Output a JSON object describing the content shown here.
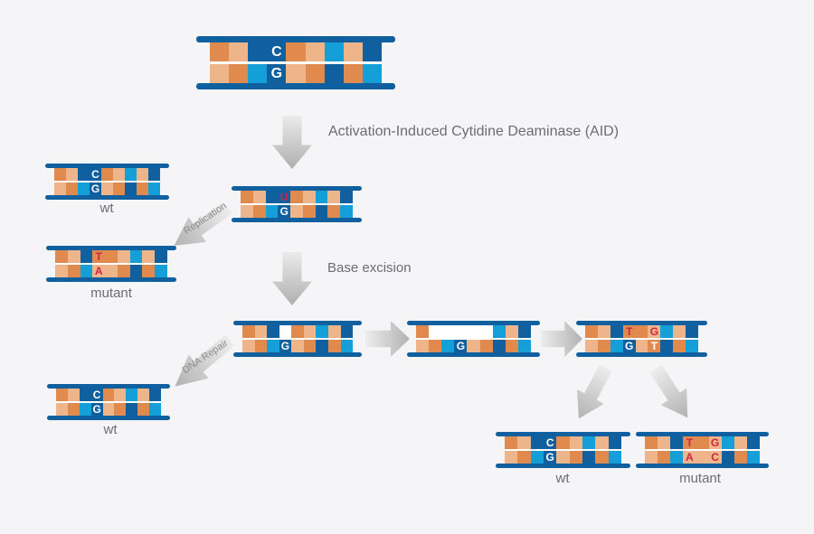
{
  "palette": {
    "background": "#f5f5f7",
    "backbone": "#10609f",
    "cell_colors": {
      "or": "#e08a4d",
      "lo": "#eeb48a",
      "db": "#10609f",
      "bb": "#149fd8",
      "wh": "#ffffff"
    },
    "letter_red": "#d02545",
    "letter_white": "#ffffff",
    "label_gray": "#6c6c73",
    "arrow_label_gray": "#8e8e8e"
  },
  "labels": {
    "aid": "Activation-Induced Cytidine Deaminase (AID)",
    "base_excision": "Base excision",
    "replication": "Replication",
    "dna_repair": "DNA Repair"
  },
  "strands": [
    {
      "id": "initial",
      "label": "",
      "top": [
        [
          "or"
        ],
        [
          "lo"
        ],
        [
          "db"
        ],
        [
          "db",
          "C",
          "w"
        ],
        [
          "or"
        ],
        [
          "lo"
        ],
        [
          "bb"
        ],
        [
          "lo"
        ],
        [
          "db"
        ]
      ],
      "bottom": [
        [
          "lo"
        ],
        [
          "or"
        ],
        [
          "bb"
        ],
        [
          "db",
          "G",
          "w"
        ],
        [
          "lo"
        ],
        [
          "or"
        ],
        [
          "db"
        ],
        [
          "or"
        ],
        [
          "bb"
        ]
      ]
    },
    {
      "id": "wt-left",
      "label": "wt",
      "top": [
        [
          "or"
        ],
        [
          "lo"
        ],
        [
          "db"
        ],
        [
          "db",
          "C",
          "w"
        ],
        [
          "or"
        ],
        [
          "lo"
        ],
        [
          "bb"
        ],
        [
          "lo"
        ],
        [
          "db"
        ]
      ],
      "bottom": [
        [
          "lo"
        ],
        [
          "or"
        ],
        [
          "bb"
        ],
        [
          "db",
          "G",
          "w"
        ],
        [
          "lo"
        ],
        [
          "or"
        ],
        [
          "db"
        ],
        [
          "or"
        ],
        [
          "bb"
        ]
      ]
    },
    {
      "id": "ug",
      "label": "",
      "top": [
        [
          "or"
        ],
        [
          "lo"
        ],
        [
          "db"
        ],
        [
          "db",
          "U",
          "r"
        ],
        [
          "or"
        ],
        [
          "lo"
        ],
        [
          "bb"
        ],
        [
          "lo"
        ],
        [
          "db"
        ]
      ],
      "bottom": [
        [
          "lo"
        ],
        [
          "or"
        ],
        [
          "bb"
        ],
        [
          "db",
          "G",
          "w"
        ],
        [
          "lo"
        ],
        [
          "or"
        ],
        [
          "db"
        ],
        [
          "or"
        ],
        [
          "bb"
        ]
      ]
    },
    {
      "id": "mutant-left",
      "label": "mutant",
      "top": [
        [
          "or"
        ],
        [
          "lo"
        ],
        [
          "db"
        ],
        [
          "or",
          "T",
          "r"
        ],
        [
          "or"
        ],
        [
          "lo"
        ],
        [
          "bb"
        ],
        [
          "lo"
        ],
        [
          "db"
        ]
      ],
      "bottom": [
        [
          "lo"
        ],
        [
          "or"
        ],
        [
          "bb"
        ],
        [
          "lo",
          "A",
          "r"
        ],
        [
          "lo"
        ],
        [
          "or"
        ],
        [
          "db"
        ],
        [
          "or"
        ],
        [
          "bb"
        ]
      ]
    },
    {
      "id": "wt-left-2",
      "label": "wt",
      "top": [
        [
          "or"
        ],
        [
          "lo"
        ],
        [
          "db"
        ],
        [
          "db",
          "C",
          "w"
        ],
        [
          "or"
        ],
        [
          "lo"
        ],
        [
          "bb"
        ],
        [
          "lo"
        ],
        [
          "db"
        ]
      ],
      "bottom": [
        [
          "lo"
        ],
        [
          "or"
        ],
        [
          "bb"
        ],
        [
          "db",
          "G",
          "w"
        ],
        [
          "lo"
        ],
        [
          "or"
        ],
        [
          "db"
        ],
        [
          "or"
        ],
        [
          "bb"
        ]
      ]
    },
    {
      "id": "abasic",
      "label": "",
      "top": [
        [
          "or"
        ],
        [
          "lo"
        ],
        [
          "db"
        ],
        [
          "wh"
        ],
        [
          "or"
        ],
        [
          "lo"
        ],
        [
          "bb"
        ],
        [
          "lo"
        ],
        [
          "db"
        ]
      ],
      "bottom": [
        [
          "lo"
        ],
        [
          "or"
        ],
        [
          "bb"
        ],
        [
          "db",
          "G",
          "w"
        ],
        [
          "lo"
        ],
        [
          "or"
        ],
        [
          "db"
        ],
        [
          "or"
        ],
        [
          "bb"
        ]
      ]
    },
    {
      "id": "gap",
      "label": "",
      "top": [
        [
          "or"
        ],
        [
          "wh"
        ],
        [
          "wh"
        ],
        [
          "wh"
        ],
        [
          "wh"
        ],
        [
          "wh"
        ],
        [
          "bb"
        ],
        [
          "lo"
        ],
        [
          "db"
        ]
      ],
      "bottom": [
        [
          "lo"
        ],
        [
          "or"
        ],
        [
          "bb"
        ],
        [
          "db",
          "G",
          "w"
        ],
        [
          "lo"
        ],
        [
          "or"
        ],
        [
          "db"
        ],
        [
          "or"
        ],
        [
          "bb"
        ]
      ]
    },
    {
      "id": "tg",
      "label": "",
      "top": [
        [
          "or"
        ],
        [
          "lo"
        ],
        [
          "db"
        ],
        [
          "or",
          "T",
          "r"
        ],
        [
          "or"
        ],
        [
          "lo",
          "G",
          "r"
        ],
        [
          "bb"
        ],
        [
          "lo"
        ],
        [
          "db"
        ]
      ],
      "bottom": [
        [
          "lo"
        ],
        [
          "or"
        ],
        [
          "bb"
        ],
        [
          "db",
          "G",
          "w"
        ],
        [
          "lo"
        ],
        [
          "or",
          "T",
          "w"
        ],
        [
          "db"
        ],
        [
          "or"
        ],
        [
          "bb"
        ]
      ]
    },
    {
      "id": "wt-bottom",
      "label": "wt",
      "top": [
        [
          "or"
        ],
        [
          "lo"
        ],
        [
          "db"
        ],
        [
          "db",
          "C",
          "w"
        ],
        [
          "or"
        ],
        [
          "lo"
        ],
        [
          "bb"
        ],
        [
          "lo"
        ],
        [
          "db"
        ]
      ],
      "bottom": [
        [
          "lo"
        ],
        [
          "or"
        ],
        [
          "bb"
        ],
        [
          "db",
          "G",
          "w"
        ],
        [
          "lo"
        ],
        [
          "or"
        ],
        [
          "db"
        ],
        [
          "or"
        ],
        [
          "bb"
        ]
      ]
    },
    {
      "id": "mutant-bottom",
      "label": "mutant",
      "top": [
        [
          "or"
        ],
        [
          "lo"
        ],
        [
          "db"
        ],
        [
          "or",
          "T",
          "r"
        ],
        [
          "or"
        ],
        [
          "lo",
          "G",
          "r"
        ],
        [
          "bb"
        ],
        [
          "lo"
        ],
        [
          "db"
        ]
      ],
      "bottom": [
        [
          "lo"
        ],
        [
          "or"
        ],
        [
          "bb"
        ],
        [
          "lo",
          "A",
          "r"
        ],
        [
          "lo"
        ],
        [
          "lo",
          "C",
          "r"
        ],
        [
          "db"
        ],
        [
          "or"
        ],
        [
          "bb"
        ]
      ]
    }
  ]
}
